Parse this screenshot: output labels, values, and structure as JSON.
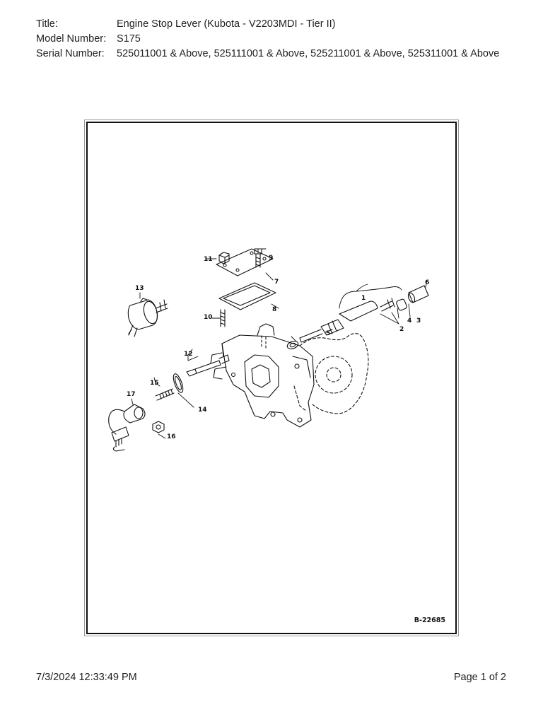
{
  "header": {
    "title_label": "Title:",
    "title_value": "Engine Stop Lever (Kubota - V2203MDI - Tier II)",
    "model_label": "Model Number:",
    "model_value": "S175",
    "serial_label": "Serial Number:",
    "serial_value": "525011001 & Above, 525111001 & Above, 525211001 & Above, 525311001 & Above"
  },
  "figure": {
    "drawing_number": "B-22685",
    "callouts": [
      "1",
      "2",
      "3",
      "4",
      "5",
      "6",
      "7",
      "8",
      "9",
      "10",
      "11",
      "12",
      "13",
      "14",
      "15",
      "16",
      "17"
    ]
  },
  "footer": {
    "timestamp": "7/3/2024 12:33:49 PM",
    "page": "Page 1 of 2"
  }
}
